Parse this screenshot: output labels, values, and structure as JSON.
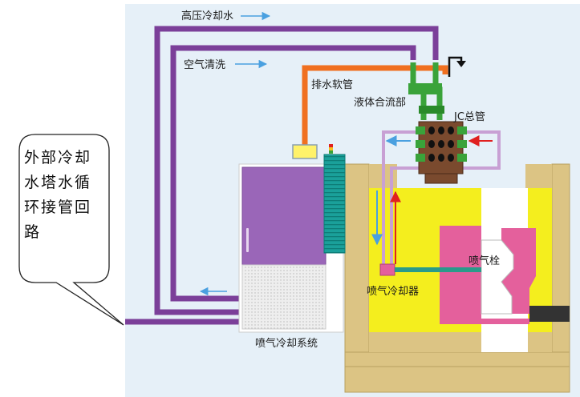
{
  "labels": {
    "high_pressure_water": "高压冷却水",
    "air_clean": "空气清洗",
    "drain_hose": "排水软管",
    "liquid_merge": "液体合流部",
    "jc_main": "JC总管",
    "spray_pin": "喷气栓",
    "spray_cooler": "喷气冷却器",
    "spray_system": "喷气冷却系统"
  },
  "callout": {
    "text": "外部冷却水塔水循环接管回路"
  },
  "colors": {
    "background_panel": "#e6f0f8",
    "pipe_purple": "#7b3f99",
    "pipe_orange": "#f07020",
    "pipe_green": "#3aa33a",
    "mold_yellow": "#f4ee1e",
    "mold_tan": "#dcc484",
    "insert_pink": "#e4609c",
    "flow_arrow_blue": "#4aa0e0",
    "flow_arrow_red": "#e02020",
    "cabinet_purple": "#9a66b8",
    "cabinet_teal": "#1aa09a",
    "manifold_brown": "#7a4a2e"
  }
}
